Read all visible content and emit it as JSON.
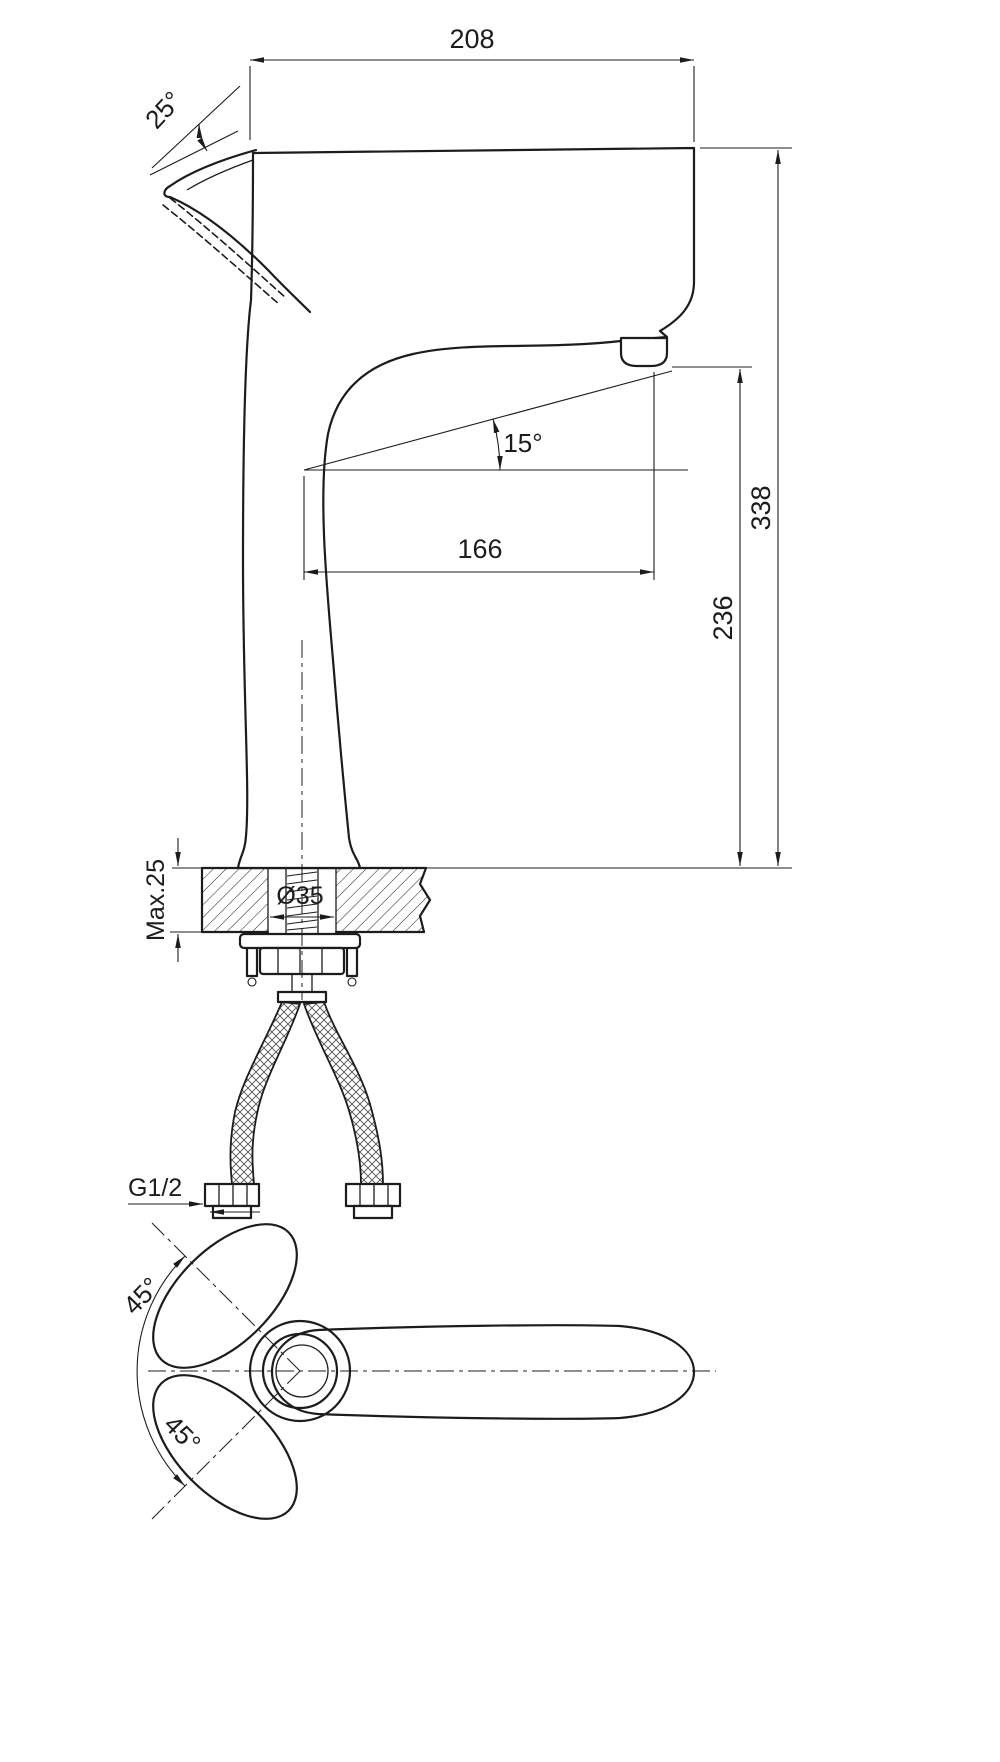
{
  "drawing": {
    "background": "#ffffff",
    "line_color": "#1c1c1c",
    "dims": {
      "width_top": "208",
      "handle_angle": "25°",
      "spout_angle": "15°",
      "spout_reach": "166",
      "overall_height": "338",
      "outlet_height": "236",
      "deck_max": "Max.25",
      "hole_dia": "Ø35",
      "thread": "G1/2",
      "swing_upper": "45°",
      "swing_lower": "45°"
    }
  }
}
